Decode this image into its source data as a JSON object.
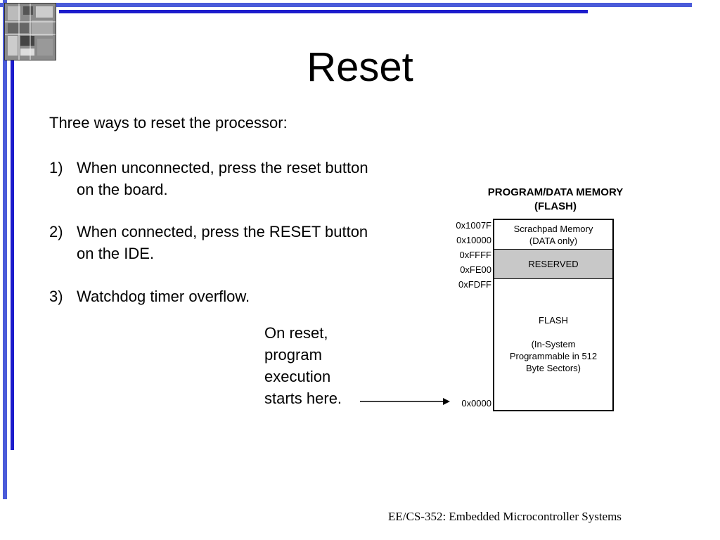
{
  "slide": {
    "title": "Reset",
    "intro": "Three ways to reset the processor:",
    "items": [
      {
        "num": "1)",
        "text": "When unconnected, press the reset button on the board."
      },
      {
        "num": "2)",
        "text": "When connected, press the RESET button on the IDE."
      },
      {
        "num": "3)",
        "text": "Watchdog timer overflow."
      }
    ],
    "note": "On reset, program execution starts here.",
    "footer": "EE/CS-352: Embedded Microcontroller Systems"
  },
  "memory": {
    "title_line1": "PROGRAM/DATA MEMORY",
    "title_line2": "(FLASH)",
    "segments": {
      "scratch_line1": "Scrachpad Memory",
      "scratch_line2": "(DATA only)",
      "reserved": "RESERVED",
      "flash_line1": "FLASH",
      "flash_line2": "(In-System",
      "flash_line3": "Programmable in 512",
      "flash_line4": "Byte Sectors)"
    },
    "addresses": [
      "0x1007F",
      "0x10000",
      "0xFFFF",
      "0xFE00",
      "0xFDFF",
      "0x0000"
    ]
  },
  "colors": {
    "frame_outer": "#4a5bd9",
    "frame_inner": "#1c1ccc",
    "reserved_fill": "#c8c8c8"
  }
}
